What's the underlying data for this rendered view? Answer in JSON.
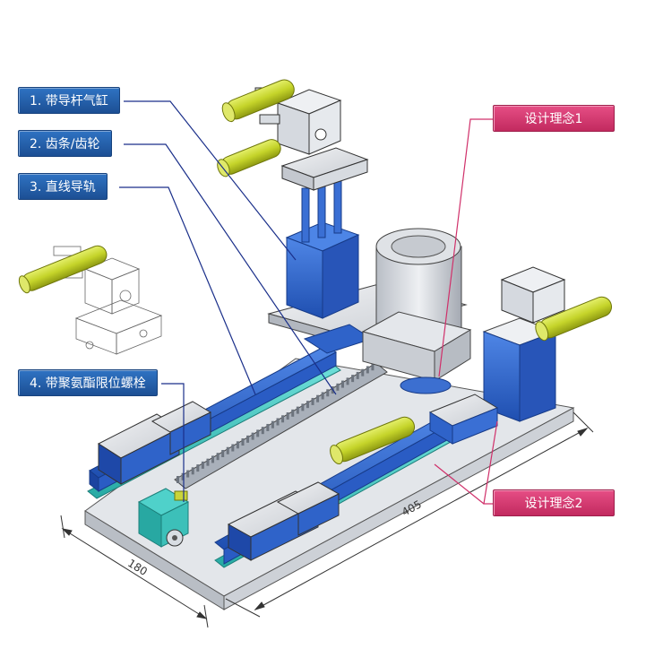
{
  "callouts": {
    "c1": "1. 带导杆气缸",
    "c2": "2. 齿条/齿轮",
    "c3": "3. 直线导轨",
    "c4": "4. 带聚氨酯限位螺栓",
    "concept1": "设计理念1",
    "concept2": "设计理念2"
  },
  "dimensions": {
    "width": "180",
    "length": "405"
  },
  "colors": {
    "blue_parts": "#2a63c9",
    "cyan_parts": "#35c9c2",
    "grip_yellow": "#c7d62a",
    "leader_blue": "#1a2f8a",
    "leader_pink": "#d0306a"
  }
}
